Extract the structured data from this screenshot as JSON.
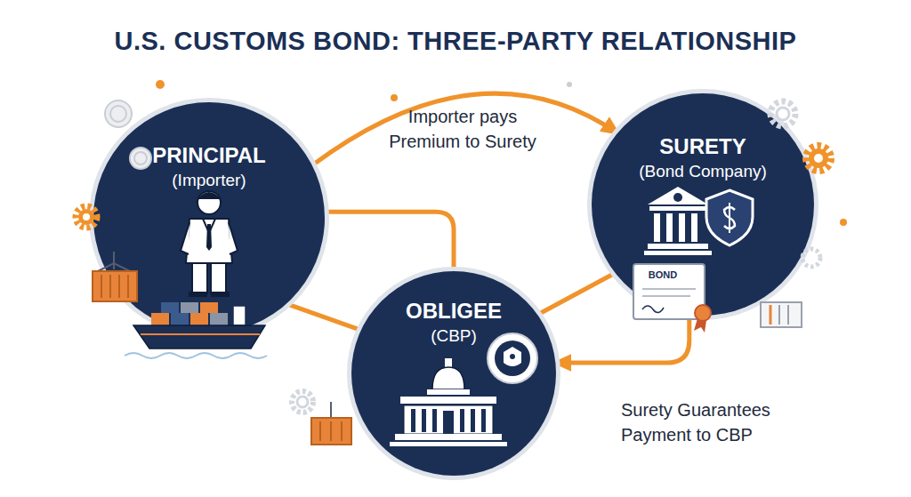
{
  "diagram": {
    "title": "U.S. CUSTOMS BOND: THREE-PARTY RELATIONSHIP",
    "nodes": [
      {
        "text": [
          "PRINCIPAL",
          "(Importer)"
        ]
      },
      {
        "text": [
          "SURETY",
          "(Bond Company)"
        ]
      },
      {
        "text": [
          "OBLIGEE",
          "(CBP)"
        ]
      }
    ],
    "edges": [
      {
        "from": 0,
        "to": 1,
        "arrow": "to",
        "label": "Importer pays Premium to Surety"
      },
      {
        "from": 1,
        "to": 2,
        "arrow": "to",
        "label": "Surety Guarantees Payment to CBP"
      },
      {
        "from": 0,
        "to": 2,
        "arrow": "none"
      },
      {
        "from": 0,
        "to": 2,
        "arrow": "none"
      },
      {
        "from": 2,
        "to": 1,
        "arrow": "none"
      }
    ],
    "labels": [
      "BOND"
    ]
  }
}
